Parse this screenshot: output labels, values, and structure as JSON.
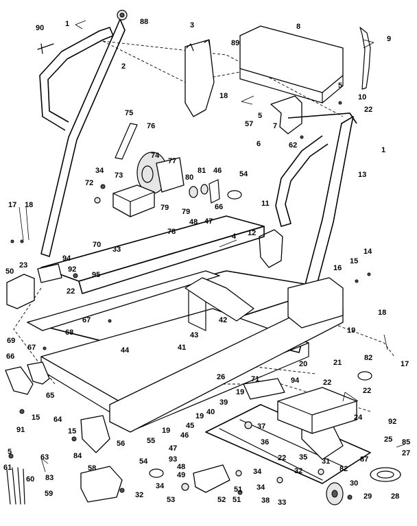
{
  "diagram": {
    "labels": [
      "90",
      "1",
      "88",
      "3",
      "8",
      "9",
      "2",
      "89",
      "5",
      "10",
      "22",
      "18",
      "57",
      "5",
      "7",
      "6",
      "62",
      "1",
      "75",
      "76",
      "74",
      "77",
      "34",
      "72",
      "73",
      "80",
      "81",
      "46",
      "54",
      "79",
      "79",
      "66",
      "47",
      "48",
      "78",
      "70",
      "33",
      "13",
      "17",
      "18",
      "4",
      "11",
      "12",
      "14",
      "15",
      "16",
      "94",
      "92",
      "23",
      "50",
      "95",
      "22",
      "67",
      "69",
      "67",
      "68",
      "44",
      "41",
      "43",
      "42",
      "18",
      "19",
      "17",
      "66",
      "65",
      "20",
      "21",
      "82",
      "71",
      "94",
      "26",
      "22",
      "19",
      "22",
      "39",
      "24",
      "40",
      "19",
      "45",
      "37",
      "91",
      "15",
      "64",
      "15",
      "92",
      "55",
      "19",
      "46",
      "47",
      "93",
      "48",
      "35",
      "22",
      "36",
      "25",
      "85",
      "31",
      "87",
      "27",
      "82",
      "5",
      "63",
      "84",
      "56",
      "54",
      "49",
      "61",
      "83",
      "60",
      "58",
      "34",
      "32",
      "53",
      "51",
      "52",
      "59",
      "38",
      "33",
      "30",
      "29",
      "28",
      "32",
      "34",
      "51",
      "34"
    ]
  }
}
